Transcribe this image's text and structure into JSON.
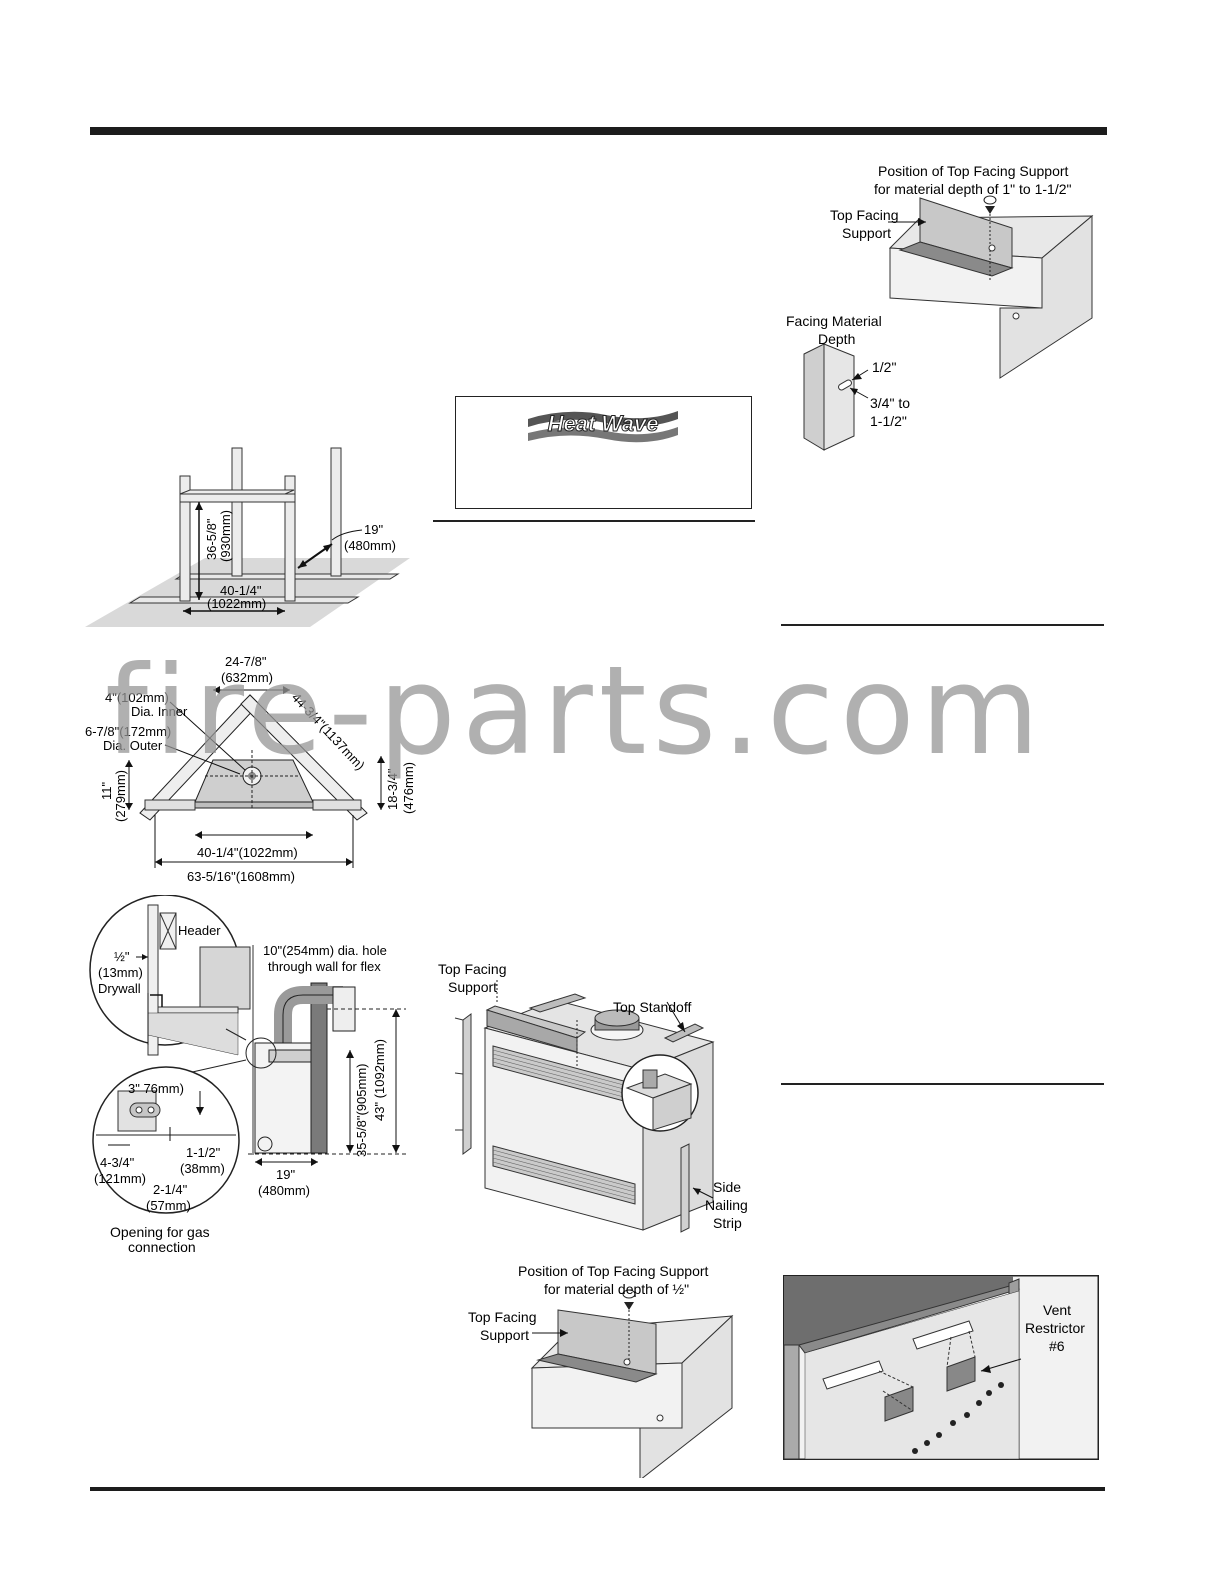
{
  "fig_framing": {
    "height_label": "36-5/8\"",
    "height_mm": "(930mm)",
    "depth_label": "19\"",
    "depth_mm": "(480mm)",
    "width_label": "40-1/4\"",
    "width_mm": "(1022mm)"
  },
  "fig_corner": {
    "top": "24-7/8\"",
    "top_mm": "(632mm)",
    "inner": "4\"(102mm)",
    "inner_sub": "Dia. Inner",
    "outer": "6-7/8\"(172mm)",
    "outer_sub": "Dia. Outer",
    "diag": "44-3/4\"(1137mm)",
    "left": "11\"",
    "left_mm": "(279mm)",
    "right": "18-3/4\"",
    "right_mm": "(476mm)",
    "inner_width": "40-1/4\"(1022mm)",
    "outer_width": "63-5/16\"(1608mm)"
  },
  "fig_side": {
    "header": "Header",
    "drywall_1": "½\"",
    "drywall_2": "(13mm)",
    "drywall_3": "Drywall",
    "hole_1": "10\"(254mm) dia. hole",
    "hole_2": "through wall for flex",
    "h1": "35-5/8\"(905mm)",
    "h2": "43\" (1092mm)",
    "depth": "19\"",
    "depth_mm": "(480mm)",
    "gas_w": "3\" 76mm)",
    "gas_a": "4-3/4\"",
    "gas_a_mm": "(121mm)",
    "gas_b": "1-1/2\"",
    "gas_b_mm": "(38mm)",
    "gas_c": "2-1/4\"",
    "gas_c_mm": "(57mm)",
    "caption_1": "Opening for gas",
    "caption_2": "connection"
  },
  "logo": {
    "text": "Heat Wave"
  },
  "fig_fireplace": {
    "top_facing_1": "Top Facing",
    "top_facing_2": "Support",
    "standoff": "Top Standoff",
    "side_1": "Side",
    "side_2": "Nailing",
    "side_3": "Strip"
  },
  "fig_support_half": {
    "pos_1": "Position of Top Facing Support",
    "pos_2": "for material depth of ½\"",
    "tfs_1": "Top Facing",
    "tfs_2": "Support"
  },
  "fig_support_thick": {
    "pos_1": "Position of Top Facing Support",
    "pos_2": "for material depth of 1\" to 1-1/2\"",
    "tfs_1": "Top Facing",
    "tfs_2": "Support",
    "fmd_1": "Facing Material",
    "fmd_2": "Depth",
    "half": "1/2\"",
    "range_1": "3/4\" to",
    "range_2": "1-1/2\""
  },
  "fig_vent": {
    "label_1": "Vent",
    "label_2": "Restrictor",
    "label_3": "#6"
  },
  "watermark": {
    "text": "fire-parts.com"
  }
}
